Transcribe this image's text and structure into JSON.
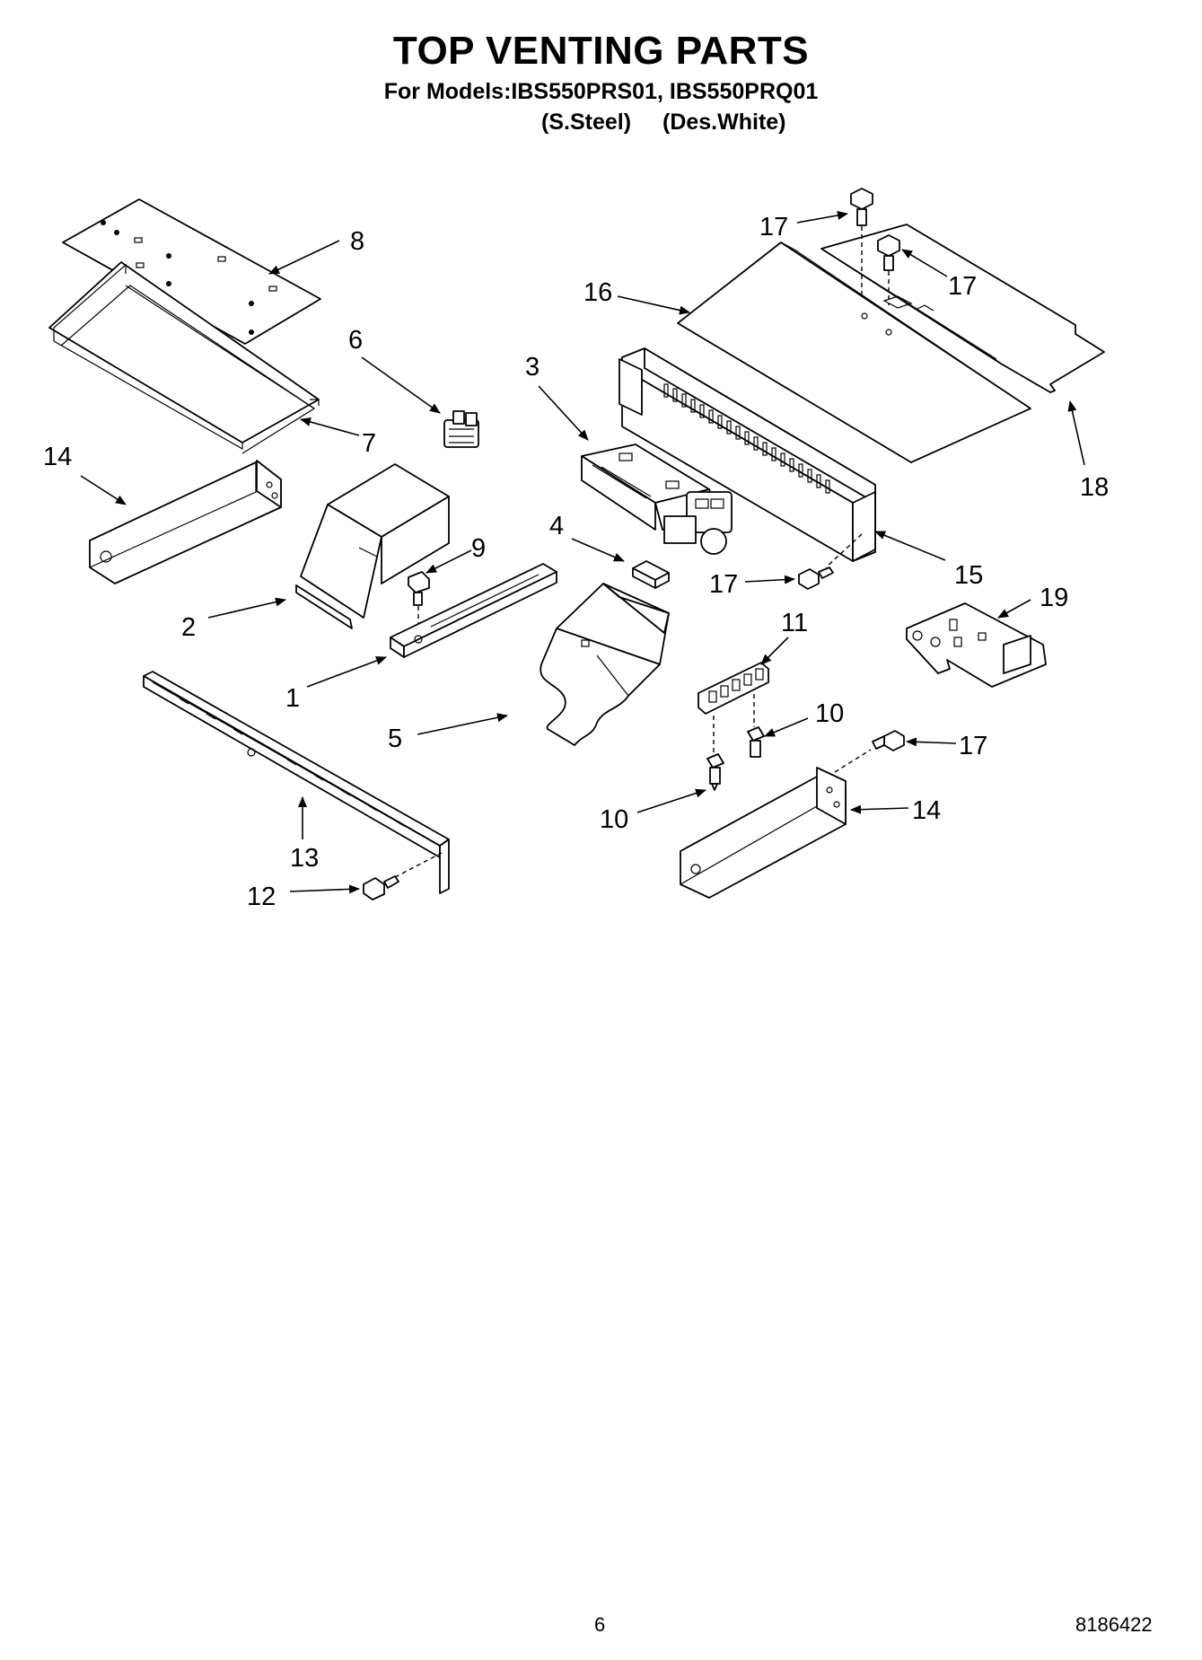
{
  "header": {
    "title": "TOP VENTING PARTS",
    "models_line": "For Models:IBS550PRS01, IBS550PRQ01",
    "finish_1": "(S.Steel)",
    "finish_2": "(Des.White)"
  },
  "callouts": {
    "c1": "1",
    "c2": "2",
    "c3": "3",
    "c4": "4",
    "c5": "5",
    "c6": "6",
    "c7": "7",
    "c8": "8",
    "c9": "9",
    "c10a": "10",
    "c10b": "10",
    "c11": "11",
    "c12": "12",
    "c13": "13",
    "c14a": "14",
    "c14b": "14",
    "c15": "15",
    "c16": "16",
    "c17a": "17",
    "c17b": "17",
    "c17c": "17",
    "c17d": "17",
    "c18": "18",
    "c19": "19"
  },
  "footer": {
    "page_number": "6",
    "doc_number": "8186422"
  }
}
